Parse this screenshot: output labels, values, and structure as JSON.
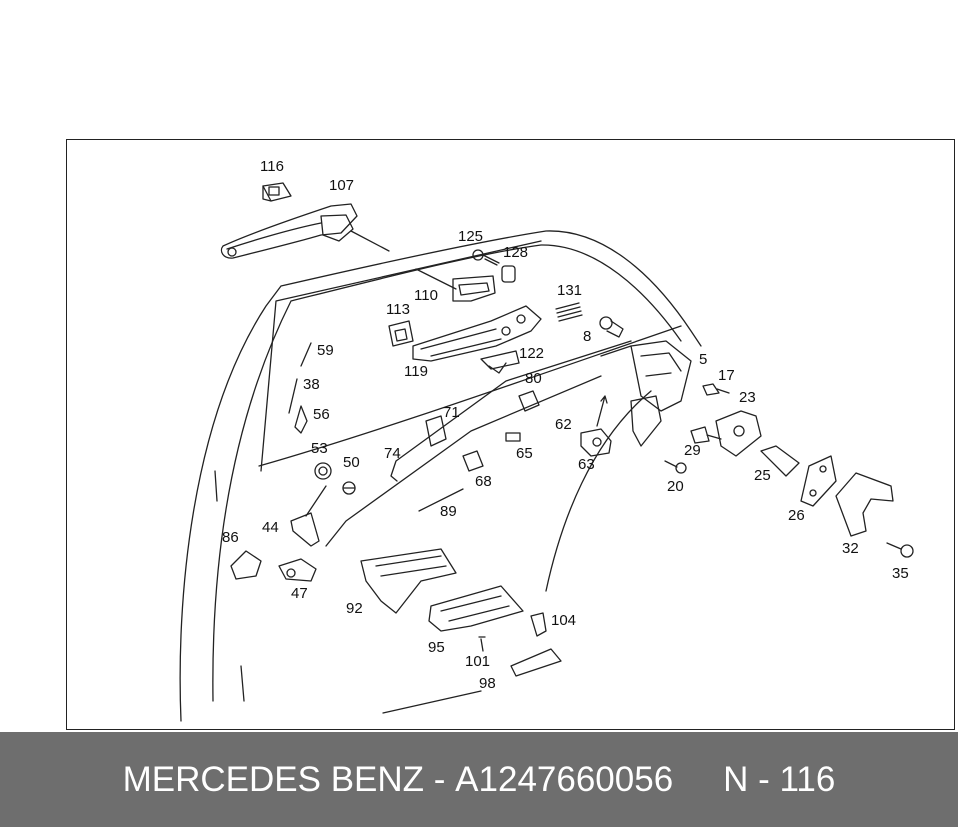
{
  "diagram": {
    "callouts": [
      "116",
      "107",
      "125",
      "128",
      "110",
      "131",
      "113",
      "8",
      "122",
      "119",
      "59",
      "80",
      "5",
      "17",
      "38",
      "71",
      "23",
      "56",
      "62",
      "53",
      "74",
      "65",
      "29",
      "50",
      "63",
      "25",
      "68",
      "20",
      "26",
      "89",
      "44",
      "32",
      "86",
      "35",
      "47",
      "92",
      "104",
      "95",
      "101",
      "98"
    ],
    "highlighted_callout": "116"
  },
  "footer": {
    "brand": "MERCEDES BENZ",
    "separator": " - ",
    "part_number": "A1247660056",
    "ref": "N - 116"
  }
}
